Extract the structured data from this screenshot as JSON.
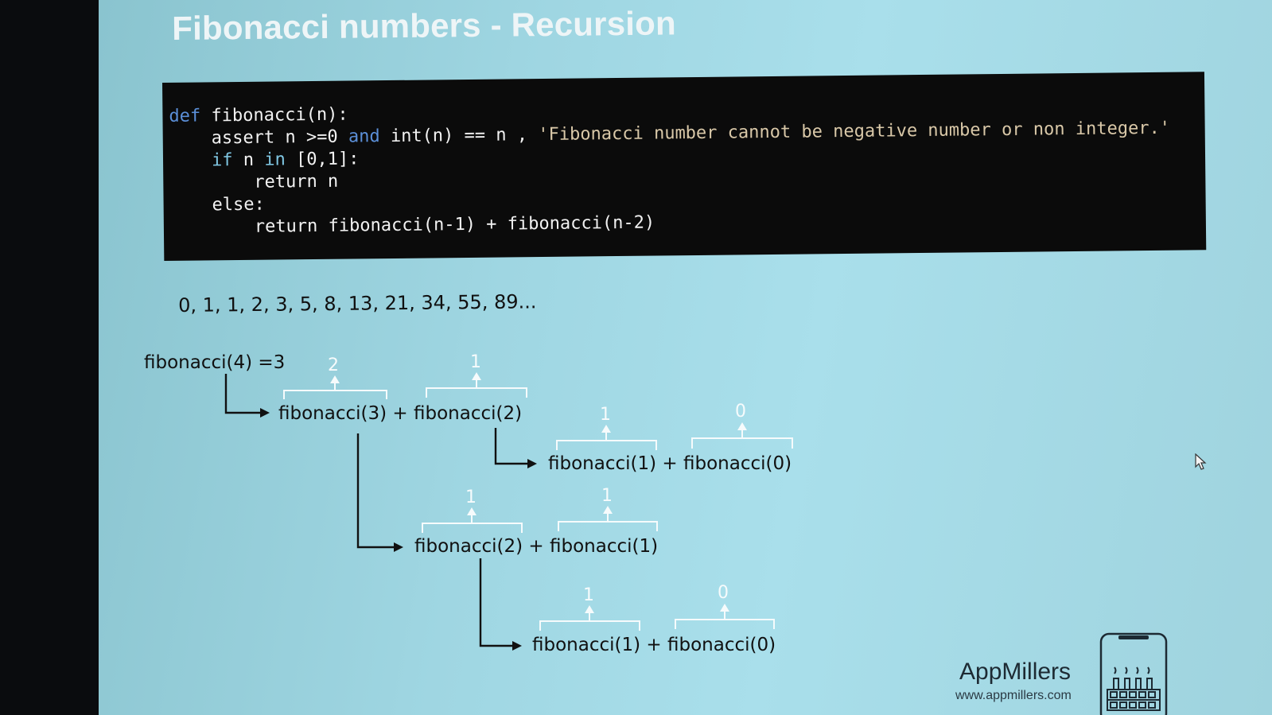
{
  "slide": {
    "title": "Fibonacci numbers - Recursion"
  },
  "code": {
    "line1_kw": "def",
    "line1_rest": " fibonacci(n):",
    "line2_a": "    assert n >=0 ",
    "line2_and": "and",
    "line2_b": " int(n) == n , ",
    "line2_str": "'Fibonacci number cannot be negative number or non integer.'",
    "line3_if": "    if",
    "line3_a": " n ",
    "line3_in": "in",
    "line3_b": " [0,1]:",
    "line4": "        return n",
    "line5": "    else:",
    "line6": "        return fibonacci(n-1) + fibonacci(n-2)"
  },
  "sequence": "0, 1, 1, 2, 3, 5, 8, 13, 21, 34, 55, 89...",
  "tree": {
    "root": "fibonacci(4) =3",
    "row1": "fibonacci(3) + fibonacci(2)",
    "row2": "fibonacci(1) + fibonacci(0)",
    "row3": "fibonacci(2) + fibonacci(1)",
    "row4": "fibonacci(1) + fibonacci(0)",
    "returns": {
      "r1_left": "2",
      "r1_right": "1",
      "r2_left": "1",
      "r2_right": "0",
      "r3_left": "1",
      "r3_right": "1",
      "r4_left": "1",
      "r4_right": "0"
    }
  },
  "brand": {
    "name": "AppMillers",
    "url": "www.appmillers.com"
  },
  "icons": {
    "logo": "factory-phone-icon",
    "cursor": "mouse-pointer-icon"
  }
}
